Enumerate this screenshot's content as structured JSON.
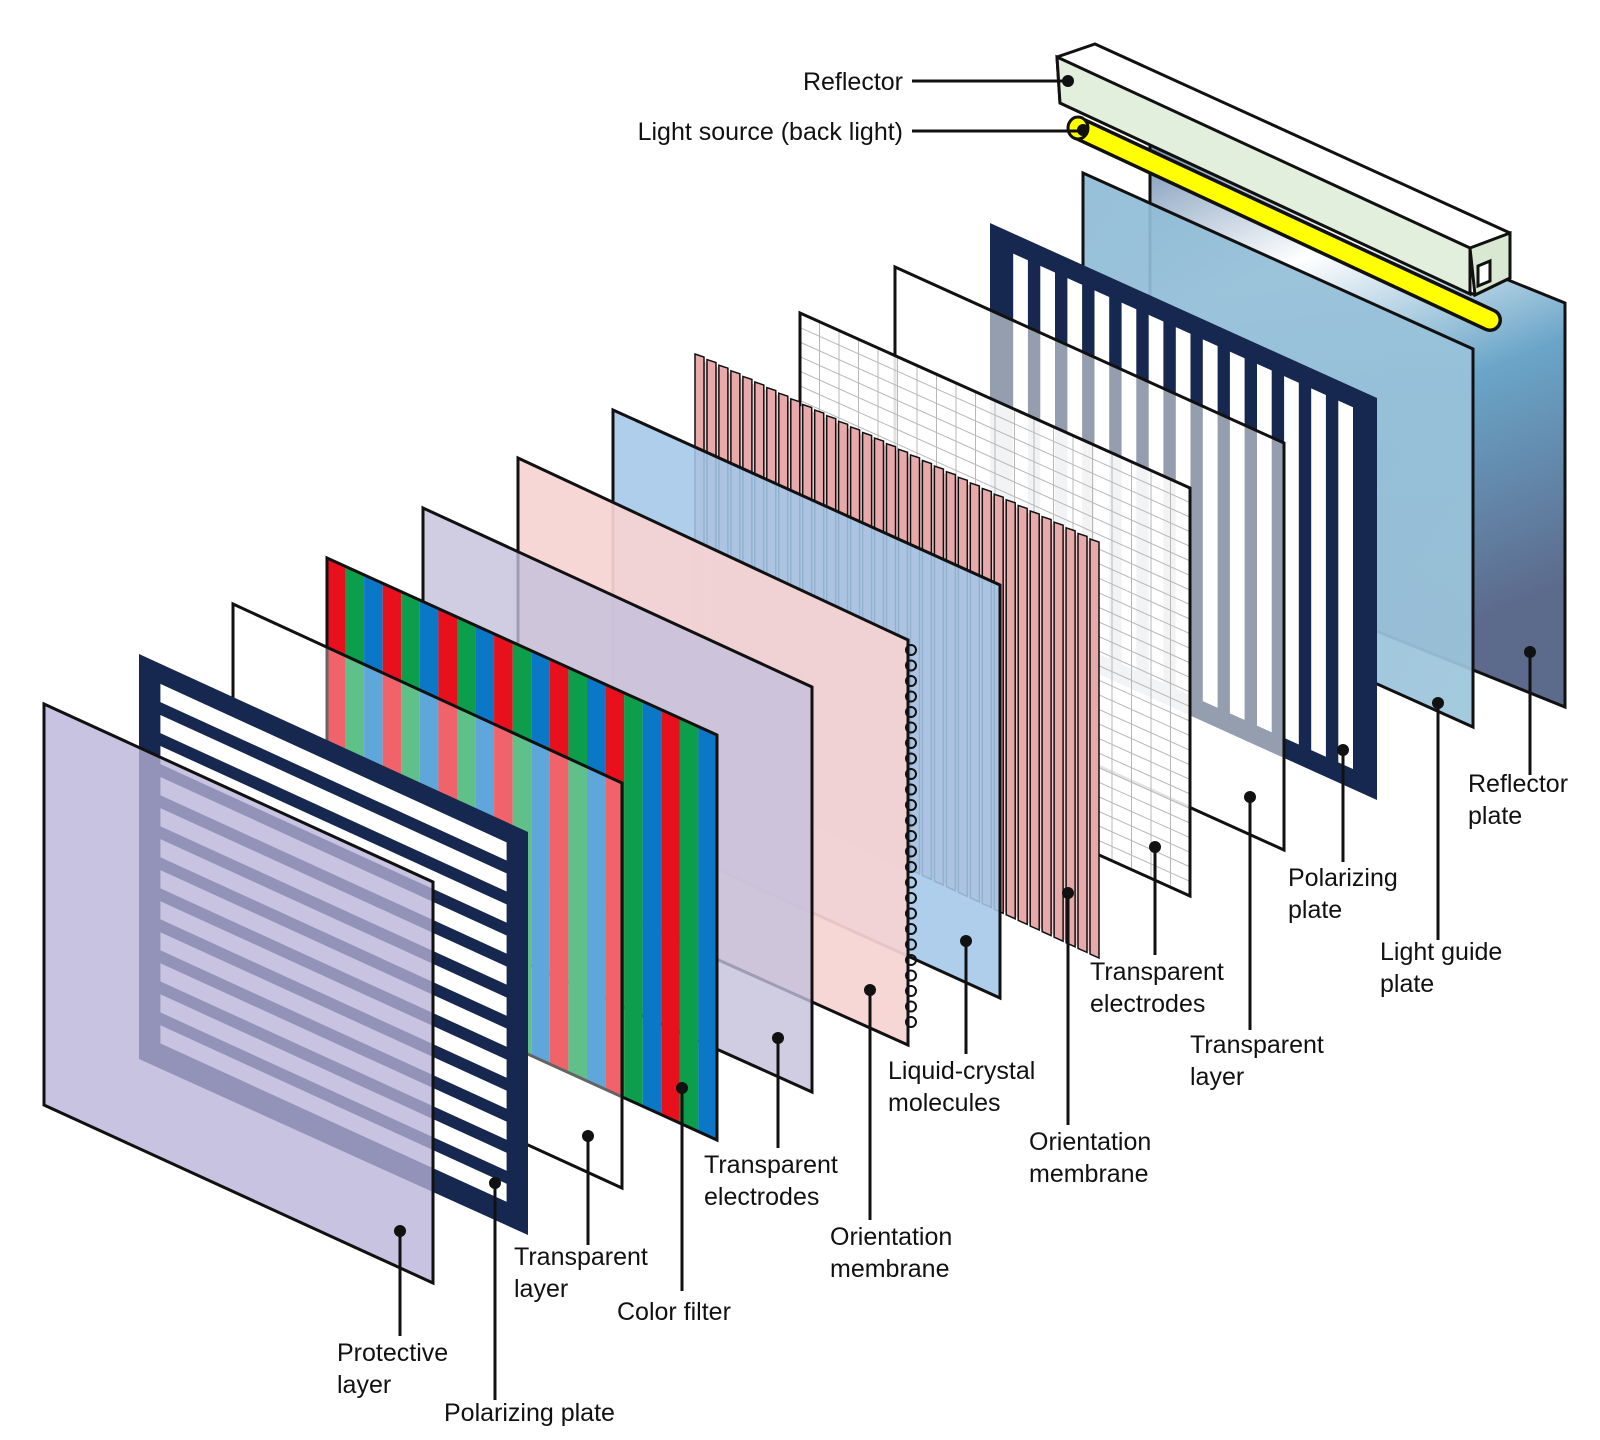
{
  "labels": {
    "reflector": "Reflector",
    "light_source": "Light source (back light)",
    "reflector_plate": [
      "Reflector",
      "plate"
    ],
    "light_guide_plate": [
      "Light guide",
      "plate"
    ],
    "polarizing_plate_back": [
      "Polarizing",
      "plate"
    ],
    "transparent_layer_back": [
      "Transparent",
      "layer"
    ],
    "transparent_electrodes_back": [
      "Transparent",
      "electrodes"
    ],
    "orientation_membrane_back": [
      "Orientation",
      "membrane"
    ],
    "liquid_crystal_molecules": [
      "Liquid-crystal",
      "molecules"
    ],
    "orientation_membrane_front": [
      "Orientation",
      "membrane"
    ],
    "transparent_electrodes_front": [
      "Transparent",
      "electrodes"
    ],
    "color_filter": "Color filter",
    "transparent_layer_front": [
      "Transparent",
      "layer"
    ],
    "polarizing_plate_front": "Polarizing plate",
    "protective_layer": [
      "Protective",
      "layer"
    ]
  },
  "colors": {
    "outline": "#111111",
    "polarizer_frame": "#16284f",
    "protective": "#c6c2e0",
    "electrode_tint": "#d2d0e6",
    "orientation": "#f6d3d3",
    "liquid_crystal": "#a3c7e9",
    "lc_ribs": "#e8a9ab",
    "light_guide": "#9cc3d9",
    "reflector_top": "#e3efdd",
    "lamp": "#ffff00",
    "filter_red": "#e8101c",
    "filter_green": "#0c9e4a",
    "filter_blue": "#0a77c7"
  },
  "icons": [
    "reflector-housing-icon",
    "lamp-tube-icon",
    "color-stripe-icon"
  ]
}
